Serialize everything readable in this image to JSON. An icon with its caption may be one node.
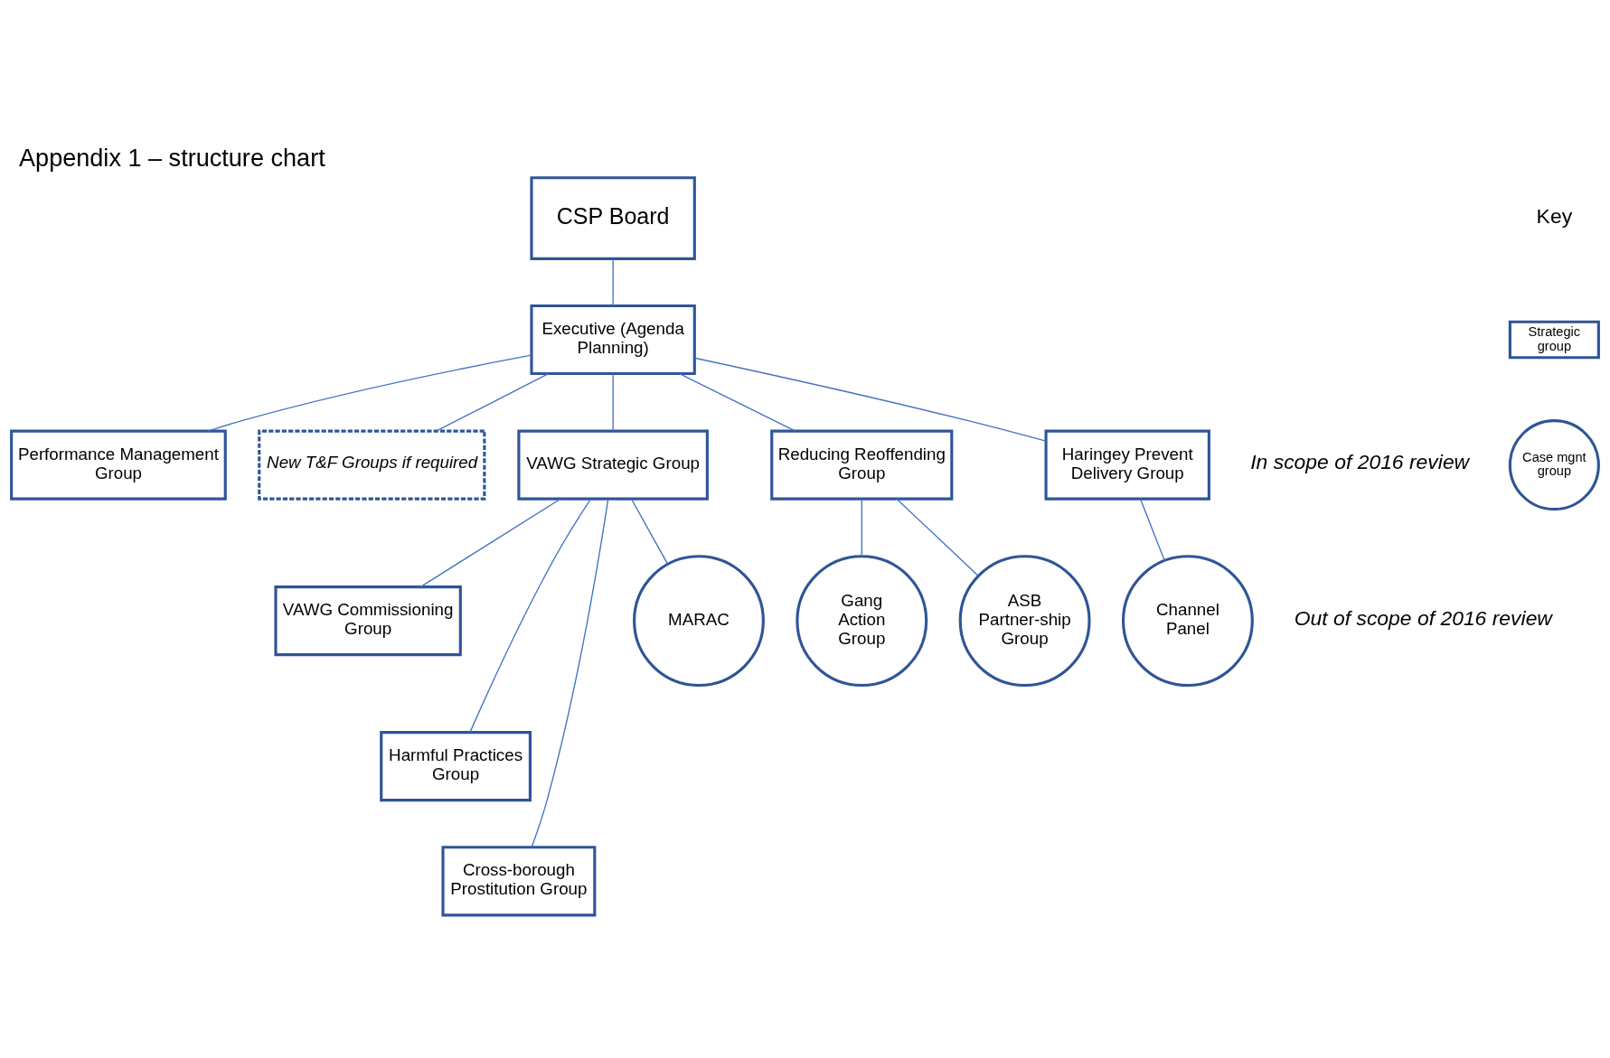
{
  "diagram": {
    "title": "Appendix 1 – structure chart",
    "nodes": [
      {
        "text": [
          "CSP Board"
        ]
      },
      {
        "text": [
          "Executive (Agenda Planning)"
        ]
      },
      {
        "text": [
          "Performance Management Group"
        ]
      },
      {
        "text": [
          "New T&F Groups if required"
        ]
      },
      {
        "text": [
          "VAWG Strategic Group"
        ]
      },
      {
        "text": [
          "Reducing Reoffending Group"
        ]
      },
      {
        "text": [
          "Haringey Prevent Delivery Group"
        ]
      },
      {
        "text": [
          "VAWG Commissioning Group"
        ]
      },
      {
        "text": [
          "Harmful Practices Group"
        ]
      },
      {
        "text": [
          "Cross-borough Prostitution Group"
        ]
      },
      {
        "text": [
          "MARAC"
        ]
      },
      {
        "text": [
          "Gang Action Group"
        ]
      },
      {
        "text": [
          "ASB Partner-ship Group"
        ]
      },
      {
        "text": [
          "Channel Panel"
        ]
      }
    ],
    "edges": [
      {
        "from": 0,
        "to": 1,
        "arrow": "none"
      },
      {
        "from": 1,
        "to": 3,
        "arrow": "none"
      },
      {
        "from": 1,
        "to": 4,
        "arrow": "none"
      },
      {
        "from": 1,
        "to": 5,
        "arrow": "none"
      },
      {
        "from": 1,
        "to": 6,
        "arrow": "none"
      },
      {
        "from": 1,
        "to": 2,
        "arrow": "none"
      },
      {
        "from": 4,
        "to": 7,
        "arrow": "none"
      },
      {
        "from": 4,
        "to": 8,
        "arrow": "none"
      },
      {
        "from": 4,
        "to": 9,
        "arrow": "none"
      },
      {
        "from": 4,
        "to": 10,
        "arrow": "none"
      },
      {
        "from": 5,
        "to": 11,
        "arrow": "none"
      },
      {
        "from": 5,
        "to": 12,
        "arrow": "none"
      },
      {
        "from": 6,
        "to": 13,
        "arrow": "none"
      }
    ],
    "labels": [
      "Key",
      "In scope of 2016 review",
      "Out of scope of 2016 review"
    ],
    "legend": [
      {
        "text": "Strategic group"
      },
      {
        "text": "Case mgnt group"
      }
    ]
  }
}
